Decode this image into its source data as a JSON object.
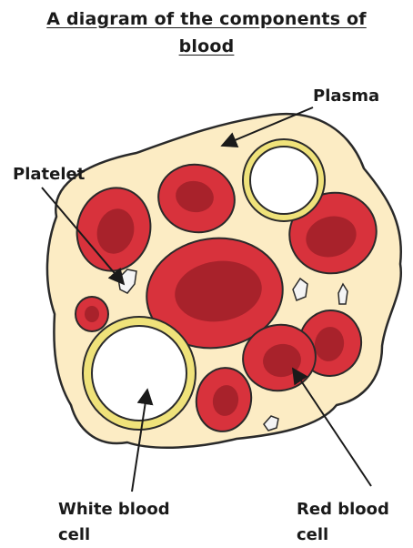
{
  "title": {
    "line1": "A diagram of the components of",
    "line2": "blood"
  },
  "labels": {
    "plasma": "Plasma",
    "platelet": "Platelet",
    "white_blood_cell_line1": "White blood",
    "white_blood_cell_line2": "cell",
    "red_blood_cell_line1": "Red blood",
    "red_blood_cell_line2": "cell"
  },
  "colors": {
    "plasma": "#fcecc4",
    "red_cell": "#d8323c",
    "red_cell_center": "#a8222b",
    "white_cell_ring": "#efe27a",
    "white_cell_fill": "#ffffff",
    "platelet": "#f4f4f4",
    "outline": "#2a2a2a"
  }
}
